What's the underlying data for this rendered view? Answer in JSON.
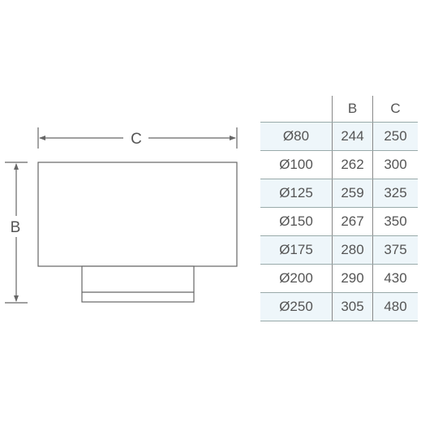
{
  "drawing": {
    "label_c": "C",
    "label_b": "B"
  },
  "table": {
    "headers": [
      "",
      "B",
      "C"
    ],
    "rows": [
      {
        "size": "Ø80",
        "b": "244",
        "c": "250"
      },
      {
        "size": "Ø100",
        "b": "262",
        "c": "300"
      },
      {
        "size": "Ø125",
        "b": "259",
        "c": "325"
      },
      {
        "size": "Ø150",
        "b": "267",
        "c": "350"
      },
      {
        "size": "Ø175",
        "b": "280",
        "c": "375"
      },
      {
        "size": "Ø200",
        "b": "290",
        "c": "430"
      },
      {
        "size": "Ø250",
        "b": "305",
        "c": "480"
      }
    ]
  }
}
